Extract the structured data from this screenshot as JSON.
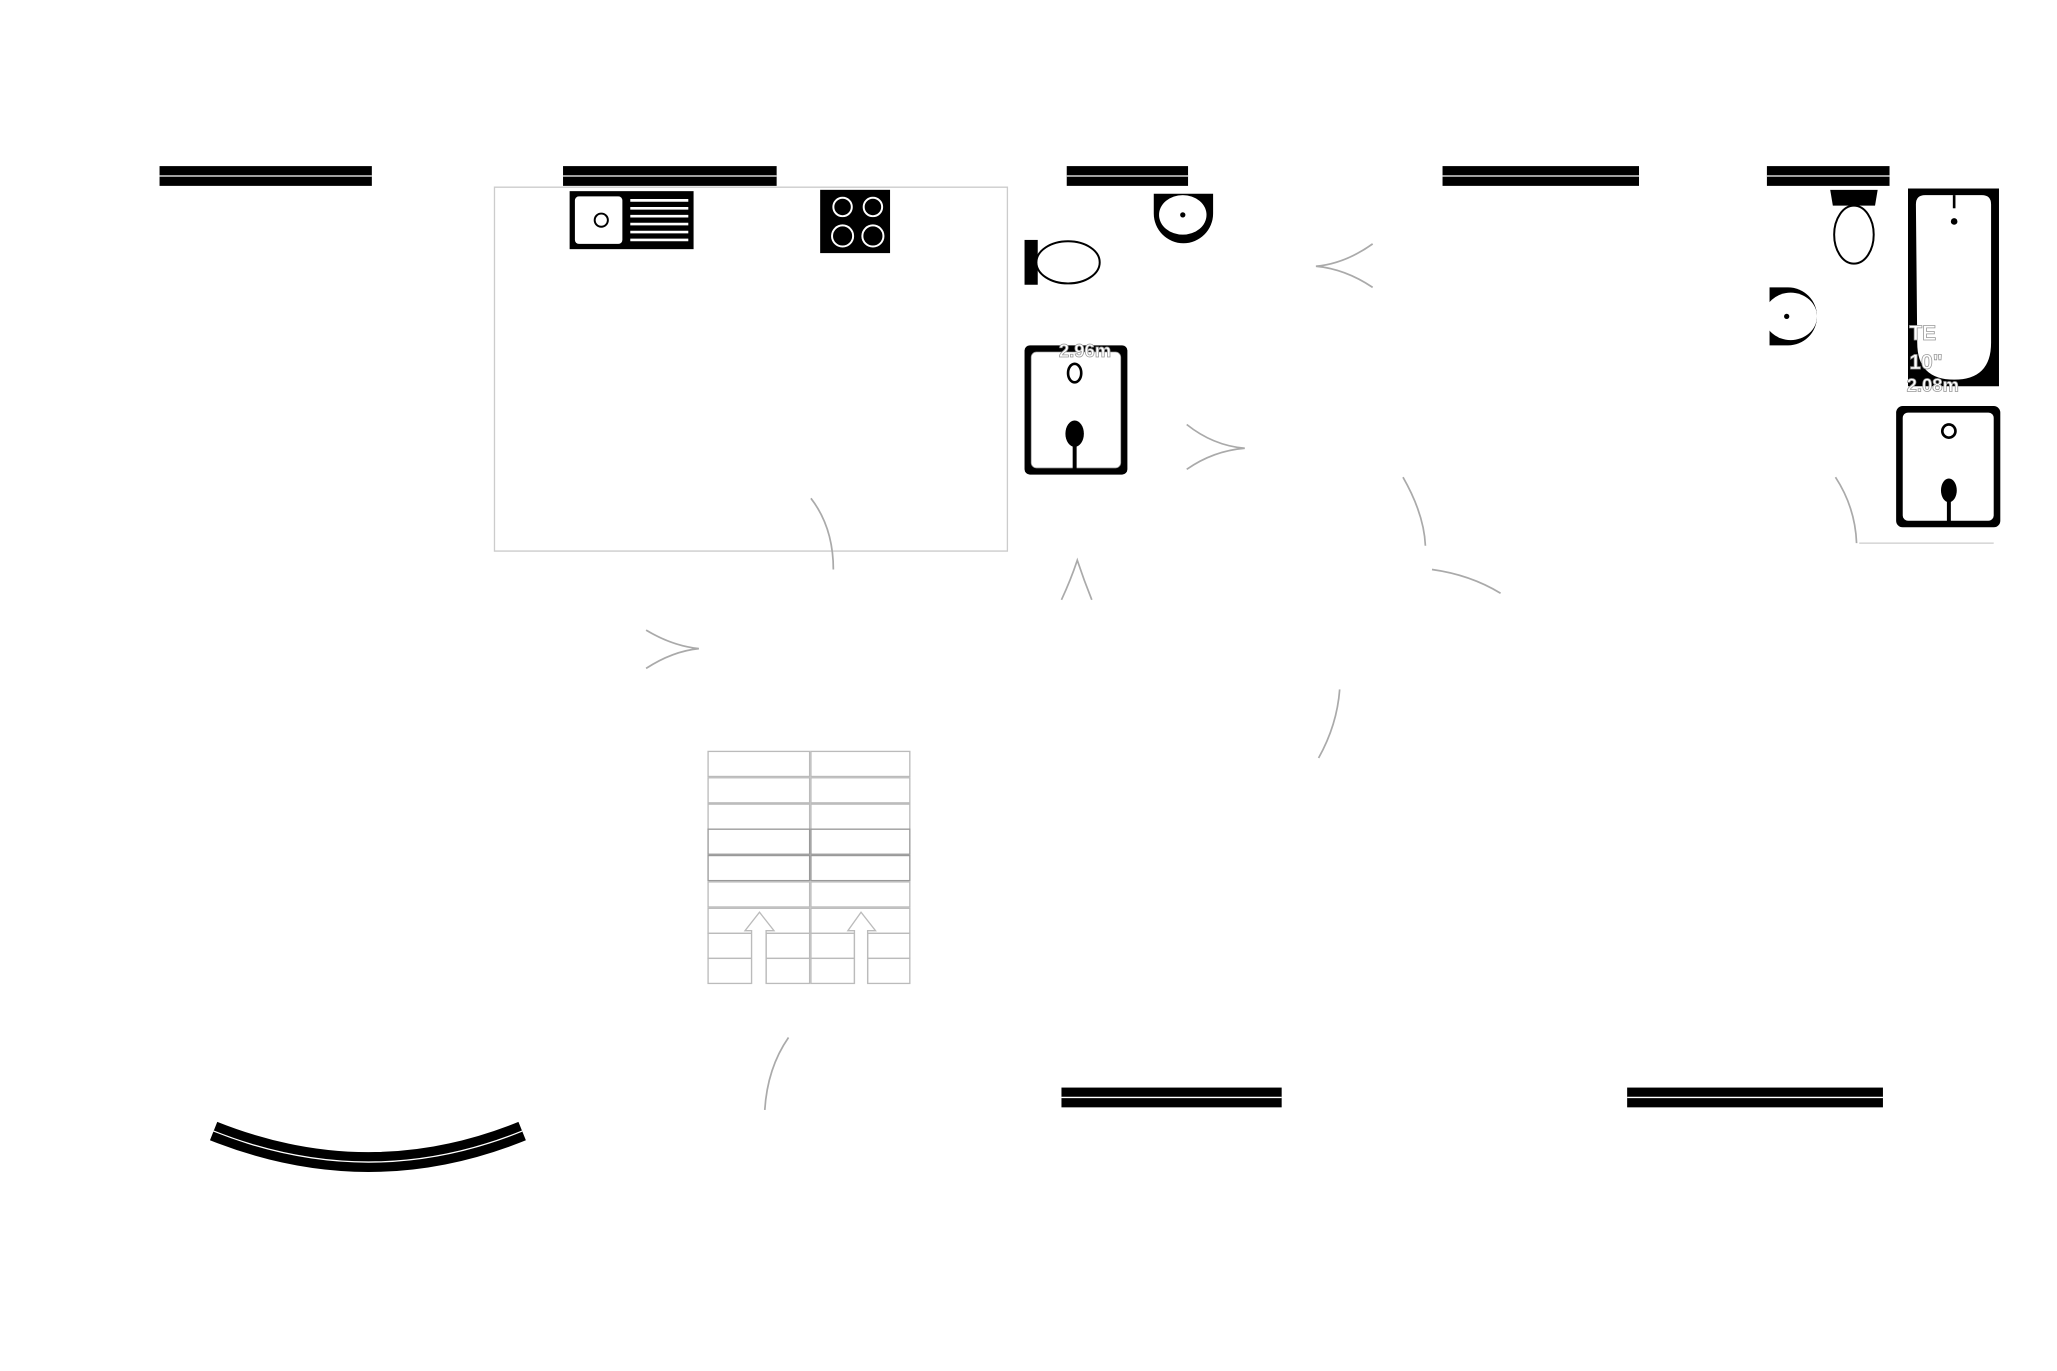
{
  "plan": {
    "labels": {
      "shower_dimension": "2.96m",
      "bath_label_fragment": "TE",
      "bath_inches_fragment": "10\"",
      "bath_dimension": "2.08m"
    },
    "colors": {
      "wall": "#000000",
      "background": "#ffffff",
      "outline": "#cccccc",
      "door_arc": "#aaaaaa"
    }
  }
}
